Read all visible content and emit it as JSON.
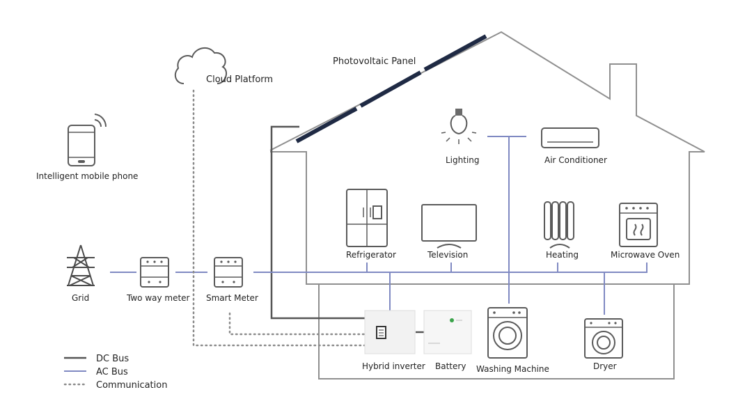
{
  "labels": {
    "cloud": "Cloud Platform",
    "pv": "Photovoltaic Panel",
    "phone": "Intelligent mobile phone",
    "grid": "Grid",
    "two_way_meter": "Two way meter",
    "smart_meter": "Smart Meter",
    "lighting": "Lighting",
    "air_conditioner": "Air Conditioner",
    "refrigerator": "Refrigerator",
    "television": "Television",
    "heating": "Heating",
    "microwave": "Microwave Oven",
    "hybrid_inverter": "Hybrid inverter",
    "battery": "Battery",
    "washing_machine": "Washing Machine",
    "dryer": "Dryer"
  },
  "legend": {
    "dc_bus": "DC Bus",
    "ac_bus": "AC Bus",
    "communication": "Communication"
  },
  "colors": {
    "dc_bus": "#555555",
    "ac_bus": "#7f89c2",
    "communication": "#8a8a8a",
    "house_outline": "#8f8f8f",
    "panel": "#1f2a44",
    "battery_logo": "#3aa34a"
  }
}
